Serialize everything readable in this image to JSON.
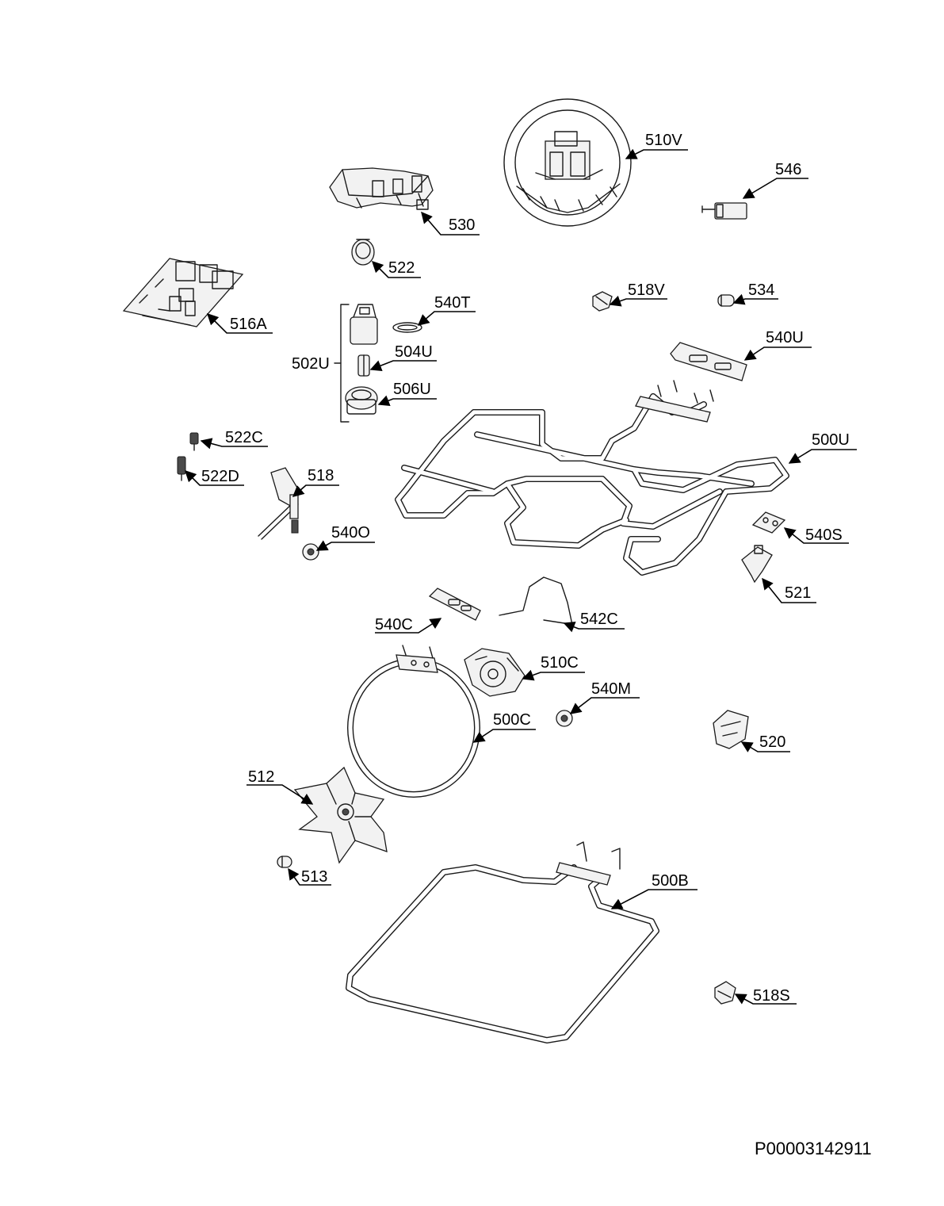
{
  "diagram": {
    "labels": {
      "l510V": "510V",
      "l546": "546",
      "l530": "530",
      "l522": "522",
      "l516A": "516A",
      "l518V": "518V",
      "l534": "534",
      "l540T": "540T",
      "l540U": "540U",
      "l502U": "502U",
      "l504U": "504U",
      "l506U": "506U",
      "l522C": "522C",
      "l500U": "500U",
      "l522D": "522D",
      "l518": "518",
      "l540S": "540S",
      "l540O": "540O",
      "l521": "521",
      "l540C": "540C",
      "l542C": "542C",
      "l510C": "510C",
      "l540M": "540M",
      "l500C": "500C",
      "l520": "520",
      "l512": "512",
      "l513": "513",
      "l500B": "500B",
      "l518S": "518S"
    },
    "drawing_code": "P00003142911"
  }
}
